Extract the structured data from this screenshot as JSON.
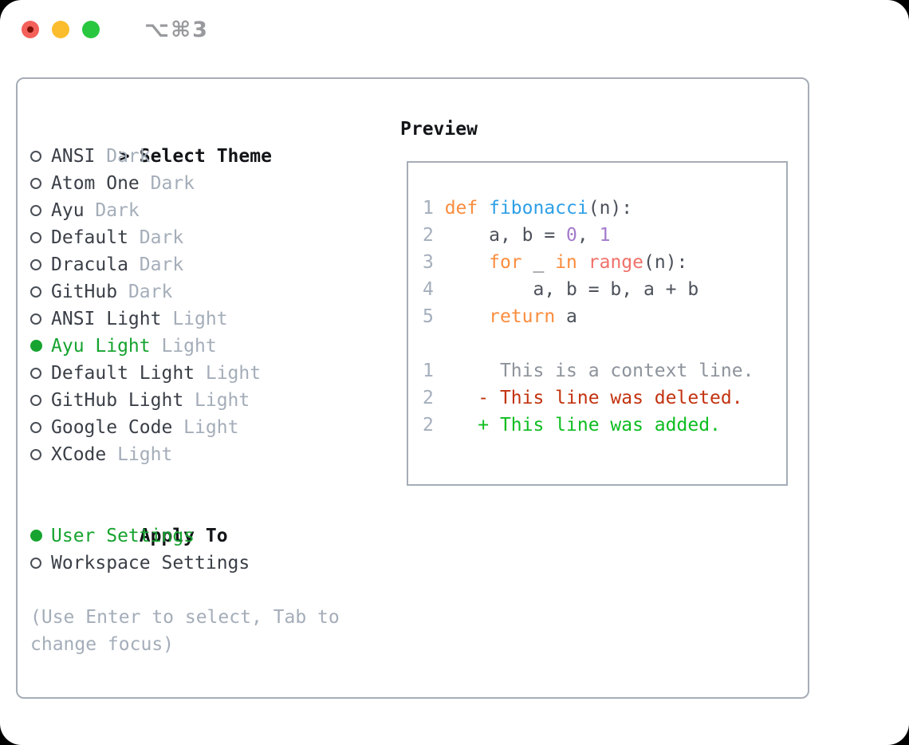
{
  "window": {
    "shortcut_label": "⌥⌘3"
  },
  "colors": {
    "accent": "#16a32f",
    "muted": "#a4adb9",
    "dark": "#3a3f47",
    "header": "#121418",
    "border": "#a6adb7",
    "linenum": "#a4aebc",
    "plain": "#4c515a",
    "kw": "#fa8d3e",
    "fn": "#2e9fe6",
    "num": "#a37acc",
    "call": "#f0716a",
    "ctx": "#8d939b",
    "del": "#c23310",
    "add": "#0ebd20",
    "tl_red": "#f4605a",
    "tl_red_dot": "#7e1007",
    "tl_yellow": "#fbbd2d",
    "tl_green": "#29c73f",
    "shortcut": "#98999d"
  },
  "theme_selector": {
    "prompt": ">",
    "header": "Select Theme",
    "items": [
      {
        "name": "ANSI",
        "variant": "Dark",
        "selected": false
      },
      {
        "name": "Atom One",
        "variant": "Dark",
        "selected": false
      },
      {
        "name": "Ayu",
        "variant": "Dark",
        "selected": false
      },
      {
        "name": "Default",
        "variant": "Dark",
        "selected": false
      },
      {
        "name": "Dracula",
        "variant": "Dark",
        "selected": false
      },
      {
        "name": "GitHub",
        "variant": "Dark",
        "selected": false
      },
      {
        "name": "ANSI Light",
        "variant": "Light",
        "selected": false
      },
      {
        "name": "Ayu Light",
        "variant": "Light",
        "selected": true
      },
      {
        "name": "Default Light",
        "variant": "Light",
        "selected": false
      },
      {
        "name": "GitHub Light",
        "variant": "Light",
        "selected": false
      },
      {
        "name": "Google Code",
        "variant": "Light",
        "selected": false
      },
      {
        "name": "XCode",
        "variant": "Light",
        "selected": false
      }
    ]
  },
  "apply_to": {
    "header": "Apply To",
    "options": [
      {
        "label": "User Settings",
        "selected": true
      },
      {
        "label": "Workspace Settings",
        "selected": false
      }
    ]
  },
  "hint": "(Use Enter to select, Tab to change focus)",
  "preview": {
    "title": "Preview",
    "lines": [
      {
        "num": "1",
        "segments": [
          {
            "text": "def ",
            "color": "kw"
          },
          {
            "text": "fibonacci",
            "color": "fn"
          },
          {
            "text": "(n):",
            "color": "plain"
          }
        ]
      },
      {
        "num": "2",
        "segments": [
          {
            "text": "    a, b = ",
            "color": "plain"
          },
          {
            "text": "0",
            "color": "num"
          },
          {
            "text": ", ",
            "color": "plain"
          },
          {
            "text": "1",
            "color": "num"
          }
        ]
      },
      {
        "num": "3",
        "segments": [
          {
            "text": "    ",
            "color": "plain"
          },
          {
            "text": "for",
            "color": "kw"
          },
          {
            "text": " _ ",
            "color": "plain"
          },
          {
            "text": "in",
            "color": "kw"
          },
          {
            "text": " ",
            "color": "plain"
          },
          {
            "text": "range",
            "color": "call"
          },
          {
            "text": "(n):",
            "color": "plain"
          }
        ]
      },
      {
        "num": "4",
        "segments": [
          {
            "text": "        a, b = b, a + b",
            "color": "plain"
          }
        ]
      },
      {
        "num": "5",
        "segments": [
          {
            "text": "    ",
            "color": "plain"
          },
          {
            "text": "return",
            "color": "kw"
          },
          {
            "text": " a",
            "color": "plain"
          }
        ]
      },
      {
        "blank": true
      },
      {
        "num": "1",
        "segments": [
          {
            "text": "     This is a context line.",
            "color": "ctx"
          }
        ]
      },
      {
        "num": "2",
        "segments": [
          {
            "text": "   - This line was deleted.",
            "color": "del"
          }
        ]
      },
      {
        "num": "2",
        "segments": [
          {
            "text": "   + This line was added.",
            "color": "add"
          }
        ]
      }
    ]
  }
}
